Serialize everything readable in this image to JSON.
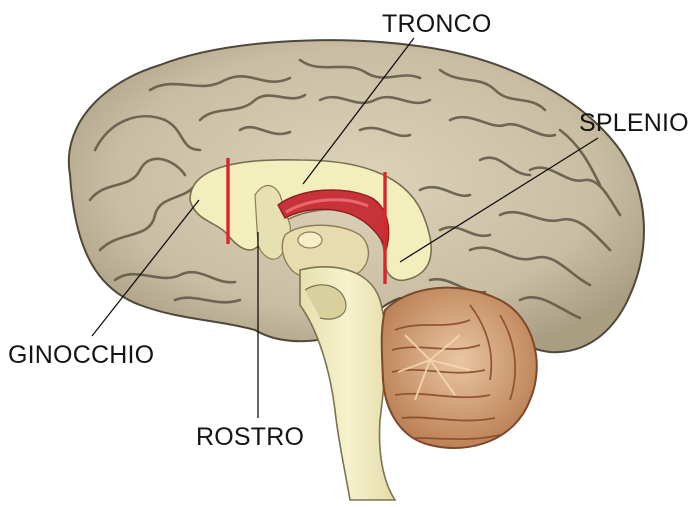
{
  "labels": {
    "tronco": "TRONCO",
    "splenio": "SPLENIO",
    "ginocchio": "GINOCCHIO",
    "rostro": "ROSTRO"
  },
  "colors": {
    "cortex": "#cdc2a8",
    "sulcus": "#5e5645",
    "white_matter": "#f3efbd",
    "cerebellum": "#c58a5e",
    "brainstem": "#f1ecc0",
    "marker_red": "#d9262b",
    "leader_line": "#111111"
  },
  "icons": [
    "brain-sagittal-illustration"
  ]
}
